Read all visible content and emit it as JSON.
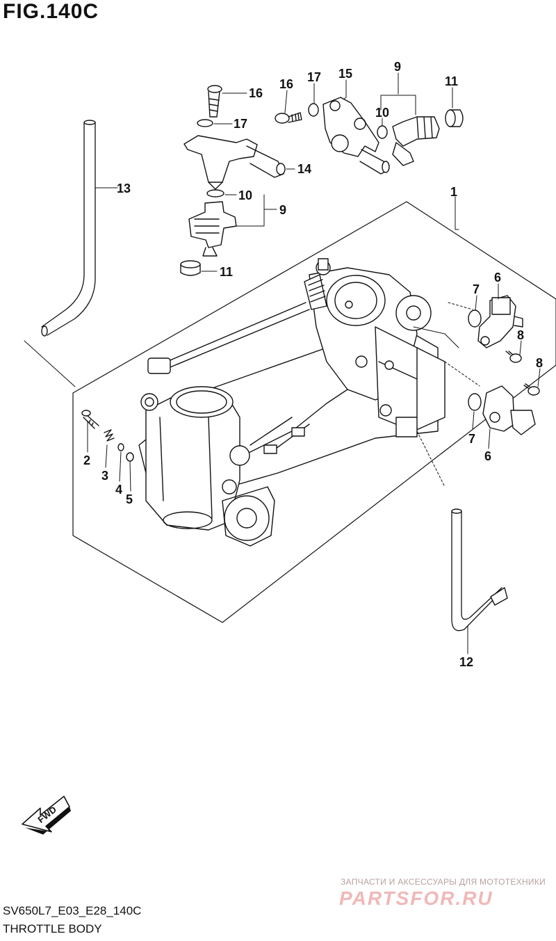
{
  "figure_title": "FIG.140C",
  "fwd_label": "FWD",
  "callouts": {
    "c1": "1",
    "c2": "2",
    "c3": "3",
    "c4": "4",
    "c5": "5",
    "c6a": "6",
    "c6b": "6",
    "c7a": "7",
    "c7b": "7",
    "c8a": "8",
    "c8b": "8",
    "c9a": "9",
    "c9b": "9",
    "c10a": "10",
    "c10b": "10",
    "c11a": "11",
    "c11b": "11",
    "c12": "12",
    "c13": "13",
    "c14": "14",
    "c15": "15",
    "c16a": "16",
    "c16b": "16",
    "c17a": "17",
    "c17b": "17"
  },
  "footer": {
    "code": "SV650L7_E03_E28_140C",
    "caption": "THROTTLE BODY"
  },
  "watermark": {
    "line1": "ЗАПЧАСТИ И АКСЕССУАРЫ ДЛЯ МОТОТЕХНИКИ",
    "logo": "PARTSFOR.RU"
  }
}
